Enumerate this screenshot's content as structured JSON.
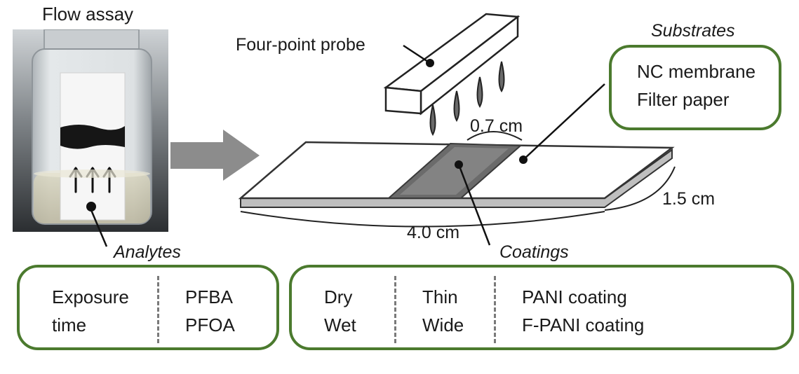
{
  "photo_title": "Flow assay",
  "probe_label": "Four-point probe",
  "substrates": {
    "heading": "Substrates",
    "items": [
      "NC membrane",
      "Filter paper"
    ]
  },
  "dimensions": {
    "coating_width": "0.7 cm",
    "strip_width": "1.5 cm",
    "strip_length": "4.0 cm"
  },
  "analytes": {
    "heading": "Analytes",
    "col1": [
      "Exposure",
      "time"
    ],
    "col2": [
      "PFBA",
      "PFOA"
    ]
  },
  "coatings": {
    "heading": "Coatings",
    "col1": [
      "Dry",
      "Wet"
    ],
    "col2": [
      "Thin",
      "Wide"
    ],
    "col3": [
      "PANI coating",
      "F-PANI coating"
    ]
  },
  "colors": {
    "box_border": "#4b7a2e",
    "arrow": "#8c8c8c",
    "coating": "#6e6e6e"
  }
}
